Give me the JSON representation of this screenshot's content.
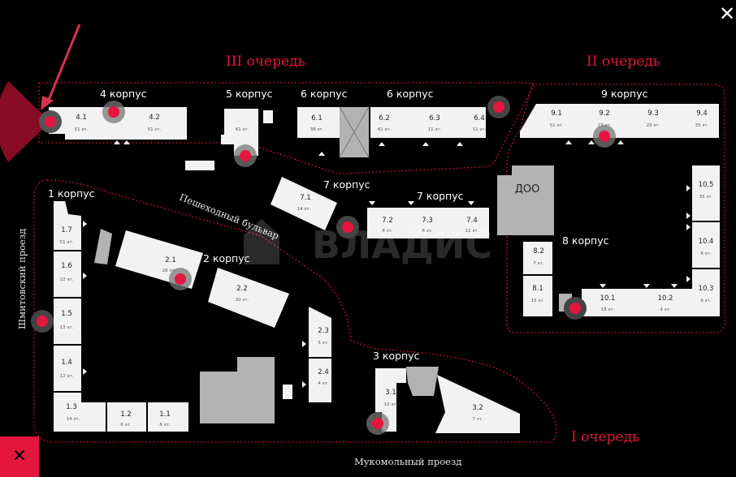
{
  "phases": {
    "phase3": "III очередь",
    "phase2": "II очередь",
    "phase1": "I очередь"
  },
  "corpus": {
    "k1": "1 корпус",
    "k2": "2 корпус",
    "k3": "3 корпус",
    "k4": "4 корпус",
    "k5": "5 корпус",
    "k6a": "6 корпус",
    "k6b": "6 корпус",
    "k7a": "7 корпус",
    "k7b": "7 корпус",
    "k8": "8 корпус",
    "k9": "9 корпус"
  },
  "streets": {
    "left": "Шмитовский проезд",
    "bottom": "Мукомольный проезд",
    "boulevard": "Пешеходный бульвар"
  },
  "facility": {
    "doo": "ДОО"
  },
  "watermark": "ВЛАДИС",
  "buildings": {
    "b41": {
      "num": "4.1",
      "floors": "51 эт."
    },
    "b42": {
      "num": "4.2",
      "floors": "51 эт."
    },
    "b5": {
      "num": "",
      "floors": "41 эт."
    },
    "b61": {
      "num": "6.1",
      "floors": "38 эт."
    },
    "b62": {
      "num": "6.2",
      "floors": "41 эт."
    },
    "b63": {
      "num": "6.3",
      "floors": "11 эт."
    },
    "b64": {
      "num": "6.4",
      "floors": "11 эт."
    },
    "b91": {
      "num": "9.1",
      "floors": "51 эт."
    },
    "b92": {
      "num": "9.2",
      "floors": "27 эт."
    },
    "b93": {
      "num": "9.3",
      "floors": "29 эт."
    },
    "b94": {
      "num": "9.4",
      "floors": "35 эт."
    },
    "b71": {
      "num": "7.1",
      "floors": "14 эт."
    },
    "b72": {
      "num": "7.2",
      "floors": "8 эт."
    },
    "b73": {
      "num": "7.3",
      "floors": "8 эт."
    },
    "b74": {
      "num": "7.4",
      "floors": "12 эт."
    },
    "b105": {
      "num": "10.5",
      "floors": "35 эт."
    },
    "b104": {
      "num": "10.4",
      "floors": "6 эт."
    },
    "b103": {
      "num": "10.3",
      "floors": "6 эт."
    },
    "b102": {
      "num": "10.2",
      "floors": "4 эт."
    },
    "b101": {
      "num": "10.1",
      "floors": "18 эт."
    },
    "b82": {
      "num": "8.2",
      "floors": "7 эт."
    },
    "b81": {
      "num": "8.1",
      "floors": "15 эт."
    },
    "b17": {
      "num": "1.7",
      "floors": "51 эт."
    },
    "b16": {
      "num": "1.6",
      "floors": "22 эт."
    },
    "b15": {
      "num": "1.5",
      "floors": "13 эт."
    },
    "b14": {
      "num": "1.4",
      "floors": "12 эт."
    },
    "b13": {
      "num": "1.3",
      "floors": "14 эт."
    },
    "b12": {
      "num": "1.2",
      "floors": "6 эт."
    },
    "b11": {
      "num": "1.1",
      "floors": "6 эт."
    },
    "b21": {
      "num": "2.1",
      "floors": "28 эт."
    },
    "b22": {
      "num": "2.2",
      "floors": "30 эт."
    },
    "b23": {
      "num": "2.3",
      "floors": "5 эт."
    },
    "b24": {
      "num": "2.4",
      "floors": "4 эт."
    },
    "b31": {
      "num": "3.1",
      "floors": "10 эт."
    },
    "b32": {
      "num": "3.2",
      "floors": "7 эт."
    }
  },
  "controls": {
    "close": "✕",
    "corner": "✕"
  },
  "colors": {
    "accent": "#e4163e",
    "background": "#000000",
    "building": "#f2f2f2"
  }
}
